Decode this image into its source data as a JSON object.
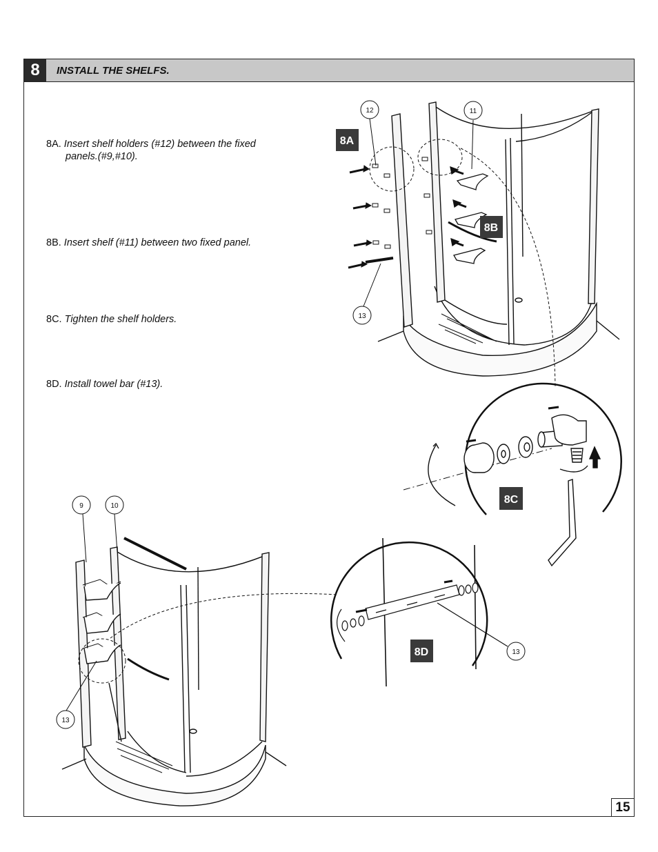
{
  "step": {
    "number": "8",
    "title": "INSTALL THE SHELFS."
  },
  "instructions": [
    {
      "code": "8A.",
      "text": "Insert shelf holders (#12) between the fixed",
      "cont": "panels.(#9,#10)."
    },
    {
      "code": "8B.",
      "text": "Insert shelf (#11) between two fixed panel.",
      "cont": ""
    },
    {
      "code": "8C.",
      "text": "Tighten the shelf holders.",
      "cont": ""
    },
    {
      "code": "8D.",
      "text": "Install towel bar (#13).",
      "cont": ""
    }
  ],
  "figure_labels": {
    "a": "8A",
    "b": "8B",
    "c": "8C",
    "d": "8D"
  },
  "callouts": {
    "top_holder": "12",
    "top_shelf": "11",
    "top_bar": "13",
    "bottom_panel_9": "9",
    "bottom_panel_10": "10",
    "bottom_bar": "13",
    "detail_bar": "13"
  },
  "page_number": "15"
}
